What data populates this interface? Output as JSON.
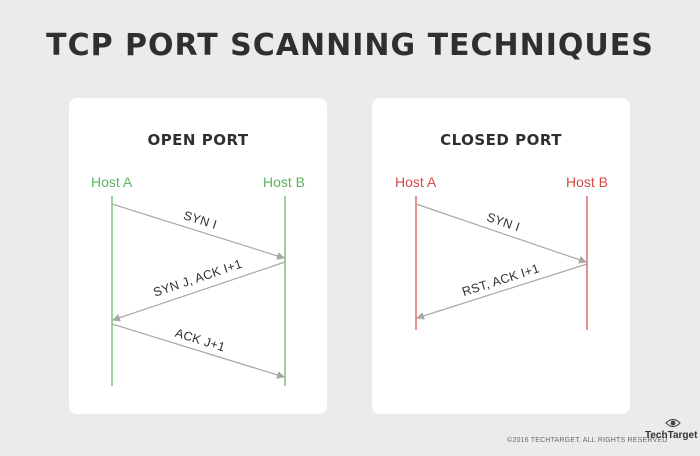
{
  "title": "TCP PORT SCANNING TECHNIQUES",
  "panels": [
    {
      "title": "OPEN PORT",
      "host_a": "Host A",
      "host_b": "Host B",
      "color": "#5bb55b",
      "messages": [
        "SYN I",
        "SYN J, ACK I+1",
        "ACK J+1"
      ]
    },
    {
      "title": "CLOSED PORT",
      "host_a": "Host A",
      "host_b": "Host B",
      "color": "#d44a4a",
      "messages": [
        "SYN I",
        "RST, ACK I+1"
      ]
    }
  ],
  "arrow_color": "#a8a8a8",
  "footer": {
    "copyright": "©2016 TECHTARGET. ALL RIGHTS RESERVED",
    "brand": "TechTarget",
    "brand_icon": "eye-icon"
  }
}
